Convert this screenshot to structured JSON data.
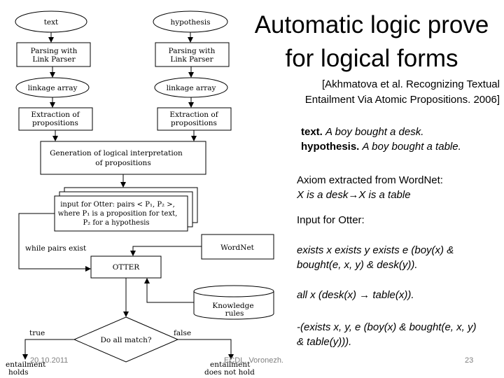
{
  "slide": {
    "title_line1": "Automatic logic prove",
    "title_line2": "for logical forms",
    "citation_line1": "[Akhmatova et al. Recognizing Textual",
    "citation_line2": "Entailment Via Atomic Propositions. 2006]",
    "example": {
      "text_label": "text.",
      "text_value": "A boy bought a desk.",
      "hypothesis_label": "hypothesis.",
      "hypothesis_value": "A boy bought a table."
    },
    "axiom_heading": "Axiom extracted from WordNet:",
    "axiom_formula": "X is a desk→X is a table",
    "otter_input_heading": "Input for Otter:",
    "formula1_line1": "exists x exists y exists e (boy(x) &",
    "formula1_line2": "bought(e, x, y) & desk(y)).",
    "formula2": "all x (desk(x) → table(x)).",
    "formula3_line1": "-(exists x, y, e (boy(x) & bought(e, x, y)",
    "formula3_line2": "& table(y))).",
    "footer": {
      "date": "20.10.2011",
      "venue": "ECDL, Voronezh.",
      "page": "23"
    }
  },
  "diagram": {
    "nodes": {
      "text": "text",
      "hypothesis": "hypothesis",
      "parse1_l1": "Parsing with",
      "parse1_l2": "Link Parser",
      "parse2_l1": "Parsing with",
      "parse2_l2": "Link Parser",
      "linkage1": "linkage array",
      "linkage2": "linkage array",
      "extract1_l1": "Extraction of",
      "extract1_l2": "propositions",
      "extract2_l1": "Extraction of",
      "extract2_l2": "propositions",
      "generation_l1": "Generation of logical interpretation",
      "generation_l2": "of propositions",
      "otter_input_l1": "input for Otter: pairs < P₁, P₂ >,",
      "otter_input_l2": "where P₁ is a proposition for text,",
      "otter_input_l3": "P₂ for a hypothesis",
      "wordnet": "WordNet",
      "otter": "OTTER",
      "knowledge_l1": "Knowledge",
      "knowledge_l2": "rules",
      "decision": "Do all match?"
    },
    "edge_labels": {
      "while_pairs": "while pairs exist",
      "true": "true",
      "false": "false"
    },
    "outcomes": {
      "entail_l1": "entailment",
      "entail_l2": "holds",
      "notentail_l1": "entailment",
      "notentail_l2": "does not hold"
    }
  }
}
